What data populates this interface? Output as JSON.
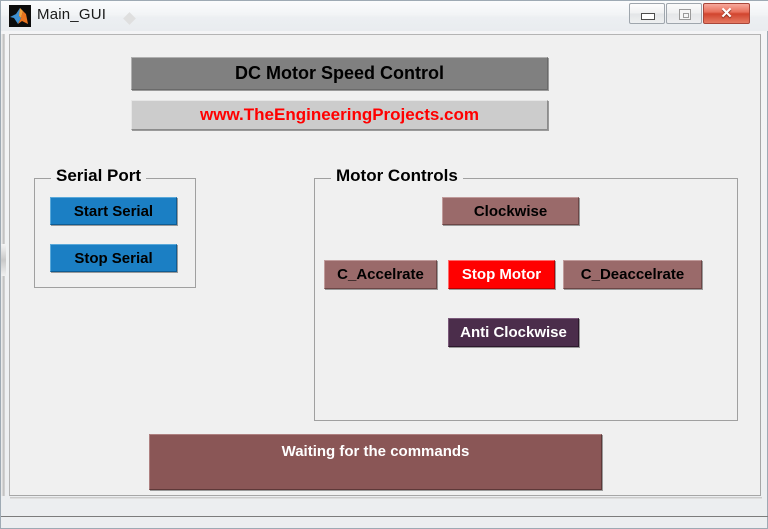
{
  "window": {
    "title": "Main_GUI",
    "icon": "matlab-logo-icon",
    "controls": {
      "minimize_label": "–",
      "maximize_label": "□",
      "close_label": "✕"
    }
  },
  "banners": {
    "title": "DC Motor Speed Control",
    "title_bg": "#808080",
    "title_fg": "#000000",
    "website": "www.TheEngineeringProjects.com",
    "website_bg": "#cccccc",
    "website_fg": "#ff0000"
  },
  "serial_panel": {
    "title": "Serial Port",
    "buttons": [
      {
        "label": "Start Serial",
        "color": "#1b7fc4",
        "text_color": "#000000"
      },
      {
        "label": "Stop Serial",
        "color": "#1b7fc4",
        "text_color": "#000000"
      }
    ]
  },
  "motor_panel": {
    "title": "Motor Controls",
    "buttons": [
      {
        "label": "Clockwise",
        "color": "#9a6a6a",
        "text_color": "#000000"
      },
      {
        "label": "C_Accelrate",
        "color": "#9a6a6a",
        "text_color": "#000000"
      },
      {
        "label": "Stop Motor",
        "color": "#ff0000",
        "text_color": "#ffffff"
      },
      {
        "label": "C_Deaccelrate",
        "color": "#9a6a6a",
        "text_color": "#000000"
      },
      {
        "label": "Anti Clockwise",
        "color": "#4b2d4b",
        "text_color": "#ffffff"
      }
    ]
  },
  "status": {
    "text": "Waiting for the commands",
    "bg": "#8a5656",
    "fg": "#ffffff"
  }
}
